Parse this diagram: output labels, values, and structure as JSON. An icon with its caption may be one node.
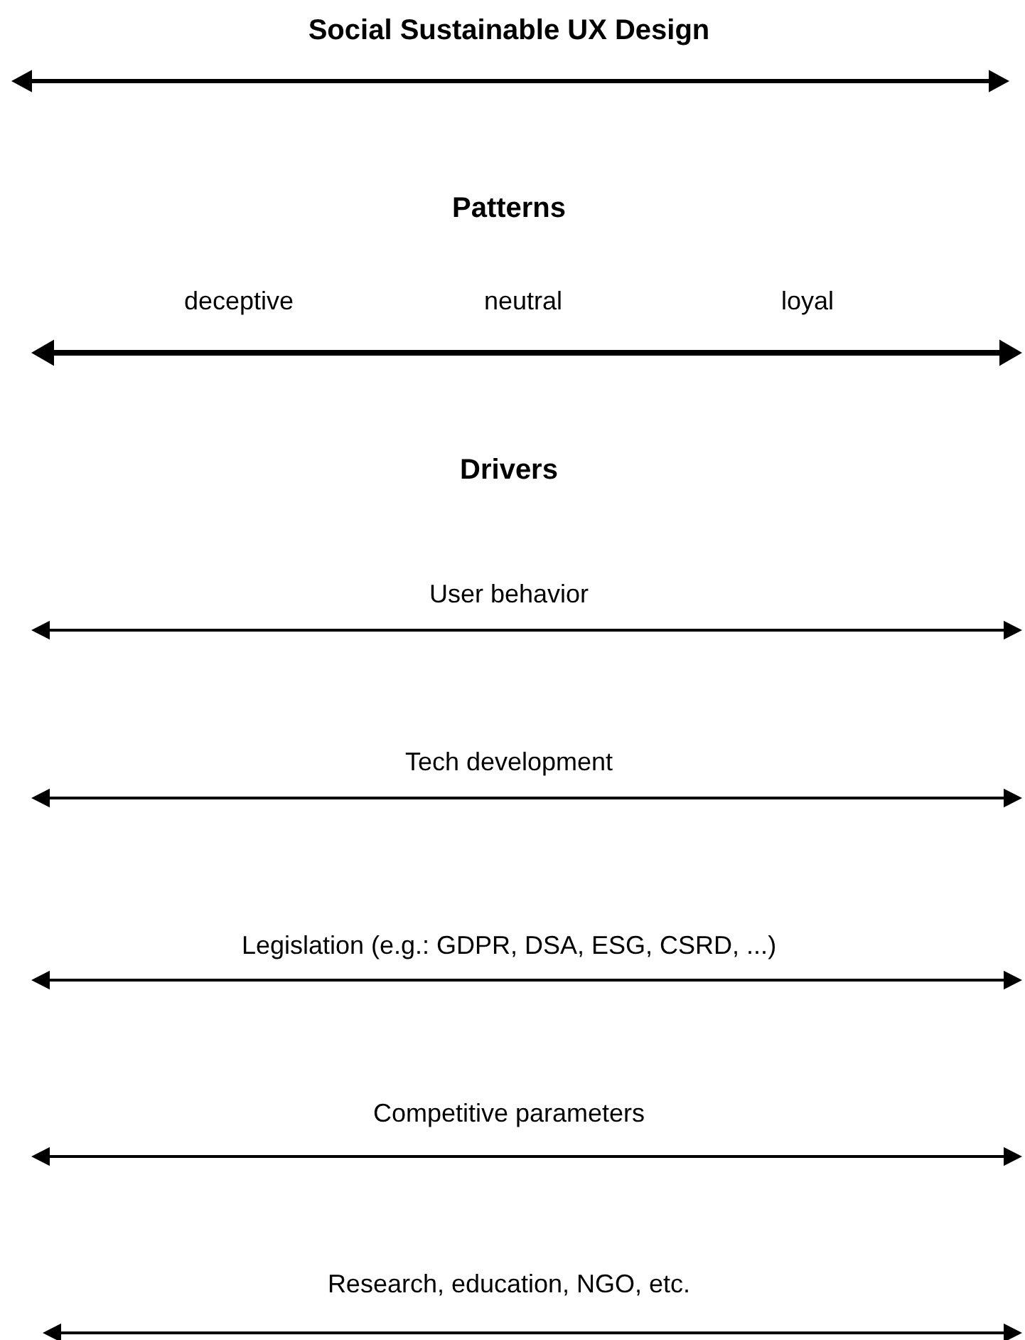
{
  "diagram": {
    "title": "Social Sustainable UX Design",
    "labels": [
      "Patterns",
      "deceptive",
      "neutral",
      "loyal",
      "Drivers",
      "User behavior",
      "Tech development",
      "Legislation (e.g.: GDPR, DSA, ESG, CSRD, ...)",
      "Competitive parameters",
      "Research, education, NGO, etc."
    ]
  }
}
